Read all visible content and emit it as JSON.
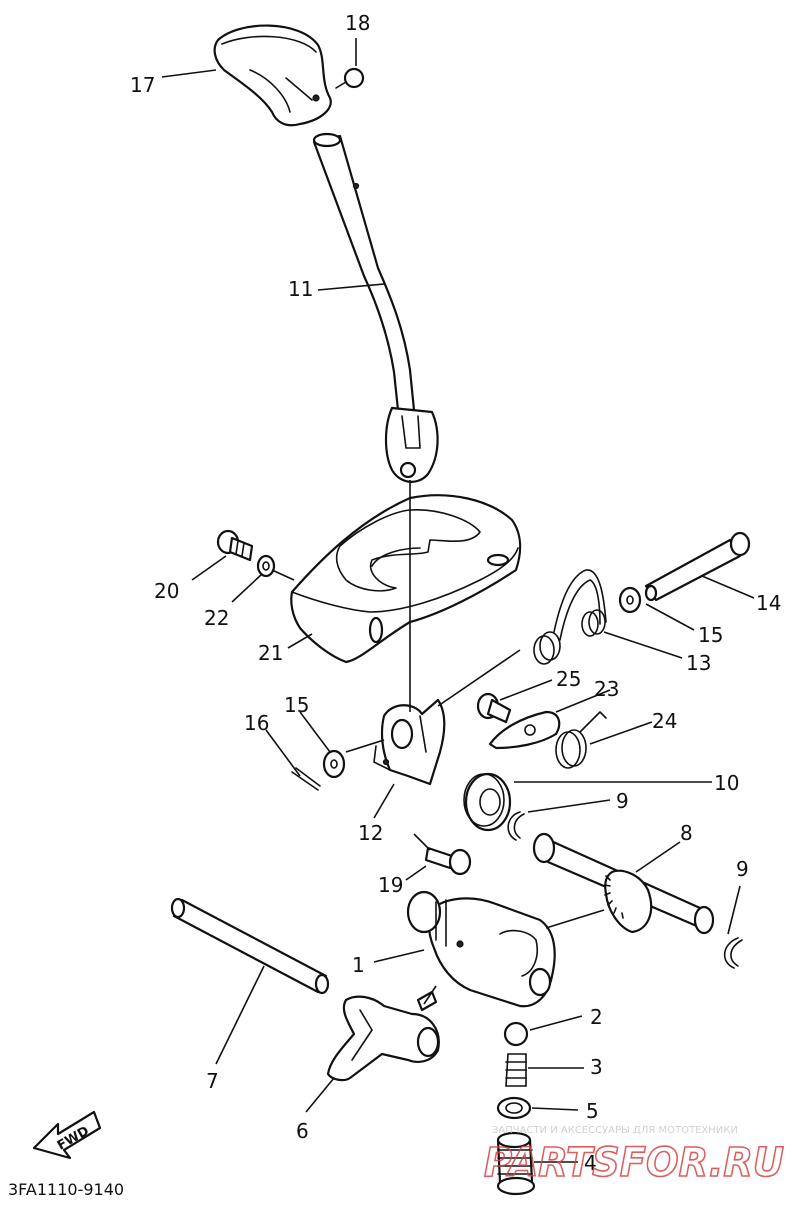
{
  "diagram": {
    "drawing_code": "3FA1110-9140",
    "fwd_label": "FWD",
    "parts": [
      {
        "id": "17",
        "label": "17"
      },
      {
        "id": "18",
        "label": "18"
      },
      {
        "id": "11",
        "label": "11"
      },
      {
        "id": "20",
        "label": "20"
      },
      {
        "id": "22",
        "label": "22"
      },
      {
        "id": "21",
        "label": "21"
      },
      {
        "id": "14",
        "label": "14"
      },
      {
        "id": "15a",
        "label": "15"
      },
      {
        "id": "13",
        "label": "13"
      },
      {
        "id": "25",
        "label": "25"
      },
      {
        "id": "23",
        "label": "23"
      },
      {
        "id": "24",
        "label": "24"
      },
      {
        "id": "16",
        "label": "16"
      },
      {
        "id": "15b",
        "label": "15"
      },
      {
        "id": "12",
        "label": "12"
      },
      {
        "id": "10",
        "label": "10"
      },
      {
        "id": "9a",
        "label": "9"
      },
      {
        "id": "8",
        "label": "8"
      },
      {
        "id": "9b",
        "label": "9"
      },
      {
        "id": "19",
        "label": "19"
      },
      {
        "id": "1",
        "label": "1"
      },
      {
        "id": "2",
        "label": "2"
      },
      {
        "id": "3",
        "label": "3"
      },
      {
        "id": "5",
        "label": "5"
      },
      {
        "id": "4",
        "label": "4"
      },
      {
        "id": "7",
        "label": "7"
      },
      {
        "id": "6",
        "label": "6"
      }
    ]
  },
  "watermark": {
    "caption": "ЗАПЧАСТИ И АКСЕССУАРЫ ДЛЯ МОТОТЕХНИКИ",
    "brand": "PARTSFOR.RU"
  }
}
